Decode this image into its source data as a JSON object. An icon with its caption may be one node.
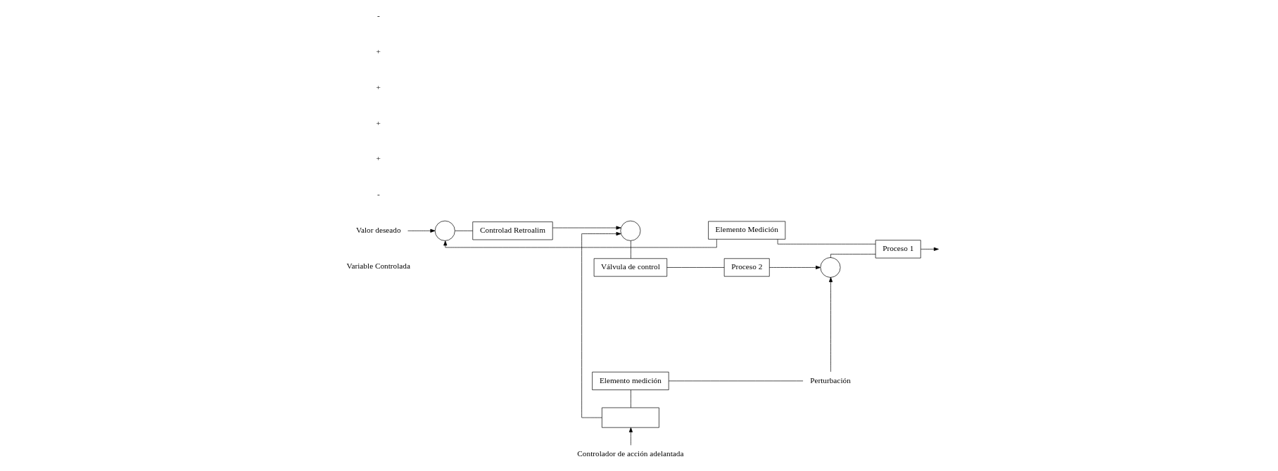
{
  "diagram": {
    "nodes": [
      {
        "text": [
          "Valor deseado"
        ]
      },
      {
        "text": [],
        "shape": "circle"
      },
      {
        "text": [
          "Controlad Retroalim"
        ]
      },
      {
        "text": [],
        "shape": "circle"
      },
      {
        "text": [
          "Válvula de control"
        ]
      },
      {
        "text": [
          "Proceso 2"
        ]
      },
      {
        "text": [],
        "shape": "circle"
      },
      {
        "text": [
          "Proceso 1"
        ]
      },
      {
        "text": [
          "Elemento Medición"
        ]
      },
      {
        "text": [],
        "shape": "box"
      },
      {
        "text": [
          "Elemento medición"
        ]
      },
      {
        "text": [
          "Controlador de acción adelantada"
        ]
      },
      {
        "text": [
          "Perturbación"
        ]
      }
    ],
    "edges": [
      {
        "from": 0,
        "to": 1,
        "arrow": "to"
      },
      {
        "from": 1,
        "to": 2,
        "arrow": "none"
      },
      {
        "from": 2,
        "to": 3,
        "arrow": "to"
      },
      {
        "from": 3,
        "to": 4,
        "arrow": "none"
      },
      {
        "from": 4,
        "to": 5,
        "arrow": "none"
      },
      {
        "from": 5,
        "to": 6,
        "arrow": "to"
      },
      {
        "from": 6,
        "to": 7,
        "arrow": "none"
      },
      {
        "from": 7,
        "to": null,
        "arrow": "to"
      },
      {
        "from": 7,
        "to": 8,
        "arrow": "none"
      },
      {
        "from": 8,
        "to": 1,
        "arrow": "to"
      },
      {
        "from": 11,
        "to": 9,
        "arrow": "to"
      },
      {
        "from": 12,
        "to": 10,
        "arrow": "none"
      },
      {
        "from": 10,
        "to": 9,
        "arrow": "none"
      },
      {
        "from": 9,
        "to": 3,
        "arrow": "to"
      },
      {
        "from": 12,
        "to": 6,
        "arrow": "to"
      }
    ],
    "labels": [
      "Variable Controlada",
      "-",
      "+",
      "+",
      "+",
      "+",
      "-"
    ]
  }
}
